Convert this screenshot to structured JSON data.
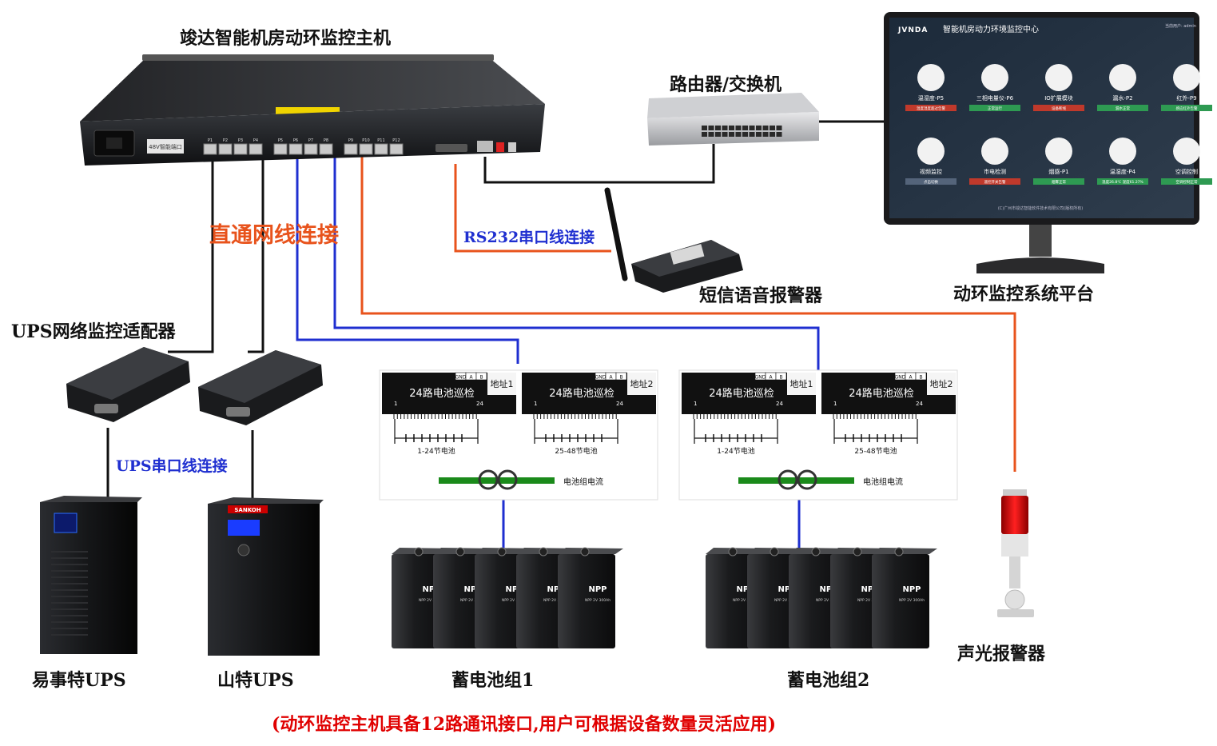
{
  "labels": {
    "host_title": "竣达智能机房动环监控主机",
    "router": "路由器/交换机",
    "sms": "短信语音报警器",
    "platform": "动环监控系统平台",
    "ups_adapter": "UPS网络监控适配器",
    "straight_cable": "直通网线连接",
    "rs232": "RS232串口线连接",
    "ups_serial": "UPS串口线连接",
    "ups1": "易事特UPS",
    "ups2": "山特UPS",
    "bank1": "蓄电池组1",
    "bank2": "蓄电池组2",
    "alarm": "声光报警器",
    "footer": "(动环监控主机具备12路通讯接口,用户可根据设备数量灵活应用)"
  },
  "host": {
    "port_label": "48V智能端口",
    "ports": [
      "P1",
      "P2",
      "P3",
      "P4",
      "P5",
      "P6",
      "P7",
      "P8",
      "P9",
      "P10",
      "P11",
      "P12"
    ]
  },
  "monitor": {
    "logo": "JVNDA",
    "title": "智能机房动力环境监控中心",
    "user": "当前用户: admin",
    "tiles": [
      {
        "name": "温湿度-P5",
        "status": "温度湿度超过告警",
        "color": "#c0392b"
      },
      {
        "name": "三相电量仪-P6",
        "status": "正常运行",
        "color": "#2e9a52"
      },
      {
        "name": "IO扩展模块",
        "status": "设备断线",
        "color": "#c0392b"
      },
      {
        "name": "漏水-P2",
        "status": "漏水正常",
        "color": "#2e9a52"
      },
      {
        "name": "红外-P9",
        "status": "感应红外告警",
        "color": "#2e9a52"
      },
      {
        "name": "视频监控",
        "status": "点击切换",
        "color": "#54647a"
      },
      {
        "name": "市电检测",
        "status": "遥控开关告警",
        "color": "#c0392b"
      },
      {
        "name": "烟感-P1",
        "status": "烟雾正常",
        "color": "#2e9a52"
      },
      {
        "name": "温湿度-P4",
        "status": "温度26.8℃ 湿度61.27%",
        "color": "#2e9a52"
      },
      {
        "name": "空调控制",
        "status": "空调控制正常",
        "color": "#2e9a52"
      }
    ],
    "footer": "(C)广州市竣达智能软件技术有限公司(版权所有)"
  },
  "battery_module": {
    "title": "24路电池巡检",
    "addr1": "地址1",
    "addr2": "地址2",
    "pins": [
      "GND",
      "A",
      "B"
    ],
    "range_a": "1-24节电池",
    "range_b": "25-48节电池",
    "tick_start": "1",
    "tick_end": "24",
    "current": "电池组电流"
  },
  "battery": {
    "brand": "NPP",
    "model": "NPP 2V 300Ah"
  },
  "ups2_brand": "SANKOH"
}
